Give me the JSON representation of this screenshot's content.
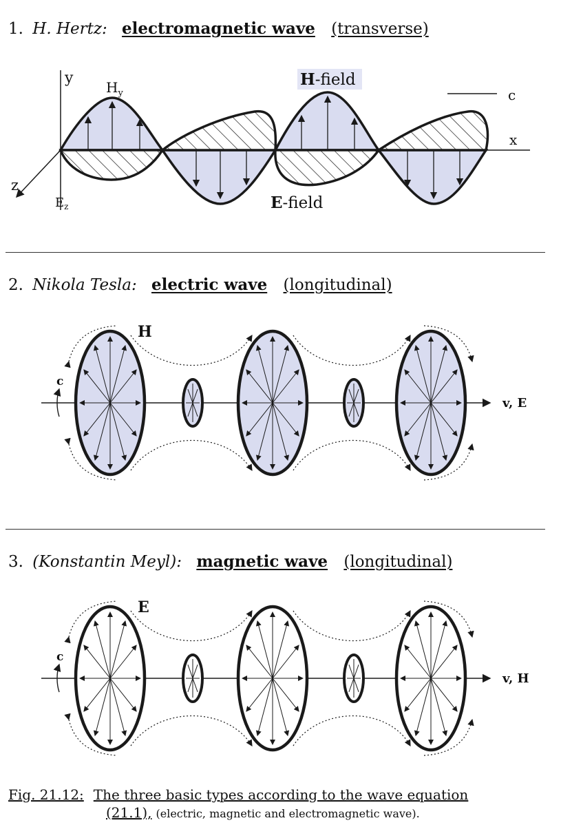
{
  "sections": [
    {
      "number": "1.",
      "author": "H. Hertz:",
      "wave": "electromagnetic wave",
      "mode": "(transverse)",
      "labels": {
        "y": "y",
        "hy": "H",
        "hy_sub": "y",
        "hfield_bold": "H",
        "hfield_rest": "-field",
        "c": "c",
        "x": "x",
        "z": "z",
        "ez": "E",
        "ez_sub": "z",
        "efield_bold": "E",
        "efield_rest": "-field"
      }
    },
    {
      "number": "2.",
      "author": "Nikola Tesla:",
      "wave": "electric wave",
      "mode": "(longitudinal)",
      "labels": {
        "field": "H",
        "c": "c",
        "axis": "v, E"
      }
    },
    {
      "number": "3.",
      "author": "(Konstantin Meyl):",
      "wave": "magnetic wave",
      "mode": "(longitudinal)",
      "labels": {
        "field": "E",
        "c": "c",
        "axis": "v, H"
      }
    }
  ],
  "caption": {
    "fig": "Fig. 21.12:",
    "text": "The three basic types according to the wave equation",
    "ref": "(21.1),",
    "detail": "(electric, magnetic and electromagnetic wave)."
  },
  "colors": {
    "fill": "#d9dcf0",
    "ink": "#1a1a1a"
  }
}
